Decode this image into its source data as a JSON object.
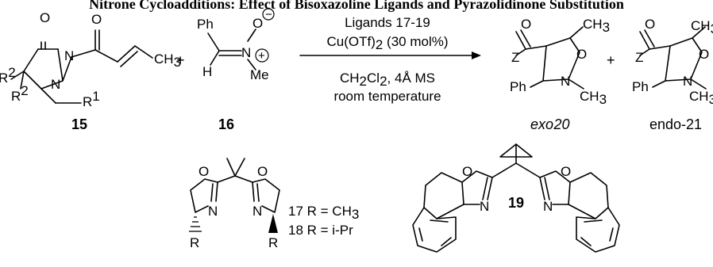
{
  "title": "Nitrone Cycloadditions: Effect of Bisoxazoline Ligands and Pyrazolidinone Substitution",
  "atoms": {
    "O": "O",
    "N": "N",
    "Z": "Z",
    "H": "H",
    "Ph": "Ph",
    "Me": "Me",
    "R": "R",
    "R1": "1",
    "R2": "2",
    "CH": "CH",
    "sub3": "3",
    "plus": "+",
    "minus": "−"
  },
  "conditions": {
    "line1_prefix": "Ligands ",
    "line1_bold_a": "17",
    "line1_dash": "-",
    "line1_bold_b": "19",
    "line2_a": "Cu(OTf)",
    "line2_sub": "2",
    "line2_b": " (30 mol%)",
    "line3_a": "CH",
    "line3_sub1": "2",
    "line3_b": "Cl",
    "line3_sub2": "2",
    "line3_c": ", 4Å MS",
    "line4": "room temperature"
  },
  "compounds": {
    "c15": "15",
    "c16": "16",
    "exo_prefix": "exo",
    "exo_num": "20",
    "endo_prefix": "endo",
    "endo_num": "21",
    "c19": "19"
  },
  "ligand_labels": {
    "l17_num": "17",
    "l17_text": " R = CH",
    "l17_sub": "3",
    "l18_num": "18",
    "l18_text": " R = ",
    "l18_i": "i",
    "l18_rest": "-Pr"
  }
}
